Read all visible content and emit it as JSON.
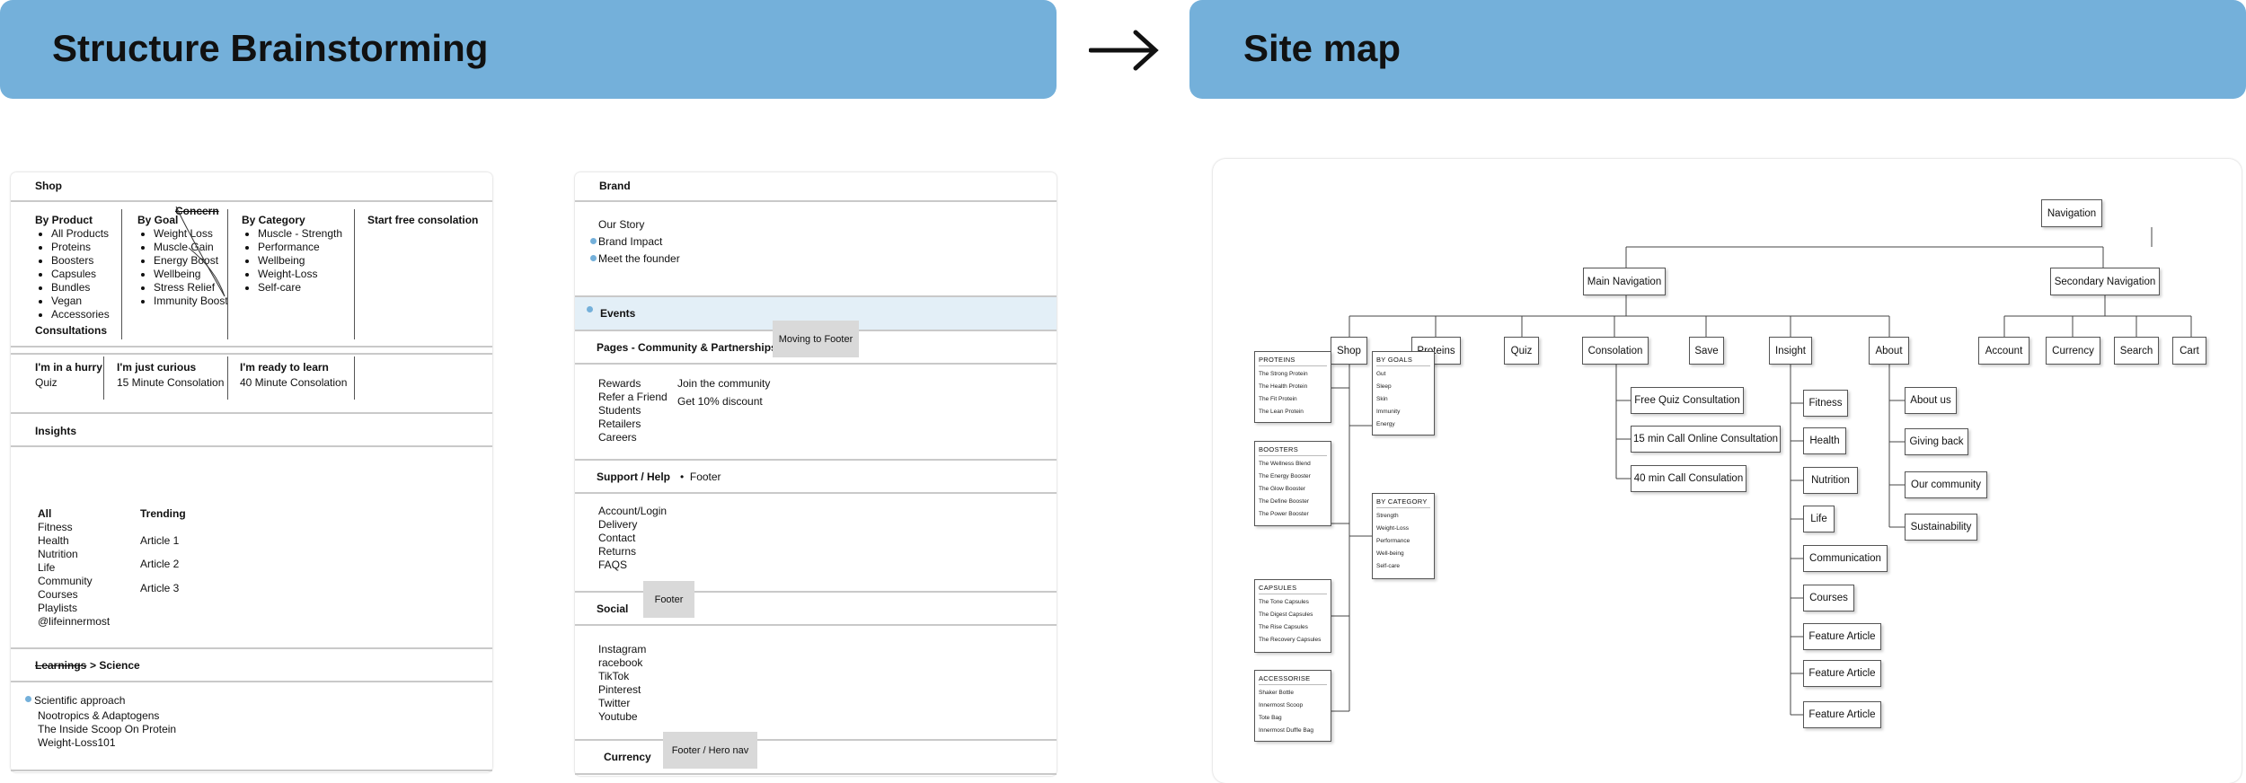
{
  "banners": {
    "left_title": "Structure Brainstorming",
    "right_title": "Site map"
  },
  "left_panel": {
    "shop": {
      "heading": "Shop",
      "by_product": {
        "title": "By Product",
        "items": [
          "All Products",
          "Proteins",
          "Boosters",
          "Capsules",
          "Bundles",
          "Vegan",
          "Accessories"
        ]
      },
      "concern_struck": "Concern",
      "by_goal": {
        "title": "By Goal",
        "items": [
          "Weight Loss",
          "Muscle Gain",
          "Energy Boost",
          "Wellbeing",
          "Stress Relief",
          "Immunity Boost"
        ]
      },
      "by_category": {
        "title": "By Category",
        "items": [
          "Muscle - Strength",
          "Performance",
          "Wellbeing",
          "Weight-Loss",
          "Self-care"
        ]
      },
      "start_free": "Start free consolation"
    },
    "consultations": {
      "heading": "Consultations",
      "cols": [
        {
          "title": "I'm in a hurry",
          "value": "Quiz"
        },
        {
          "title": "I'm just curious",
          "value": "15 Minute Consolation"
        },
        {
          "title": "I'm ready to learn",
          "value": "40 Minute Consolation"
        }
      ]
    },
    "insights": {
      "heading": "Insights",
      "all_title": "All",
      "all_items": [
        "Fitness",
        "Health",
        "Nutrition",
        "Life",
        "Community",
        "Courses",
        "Playlists",
        "@lifeinnermost"
      ],
      "trending_title": "Trending",
      "trending_items": [
        "Article 1",
        "Article 2",
        "Article 3"
      ]
    },
    "learnings": {
      "struck": "Learnings",
      "arrow_label": "> Science",
      "scientific": "Scientific approach",
      "items": [
        "Nootropics & Adaptogens",
        "The Inside Scoop On Protein",
        "Weight-Loss101"
      ]
    }
  },
  "middle_panel": {
    "brand": {
      "heading": "Brand",
      "items": [
        "Our Story",
        "Brand Impact",
        "Meet the founder"
      ]
    },
    "events": "Events",
    "pages": {
      "heading": "Pages - Community & Partnerships:",
      "tag": "Moving to Footer"
    },
    "community_left": [
      "Rewards",
      "Refer a Friend",
      "Students",
      "Retailers",
      "Careers"
    ],
    "community_right": [
      "Join the community",
      "Get 10% discount"
    ],
    "support": {
      "heading": "Support /  Help",
      "bullet": "Footer",
      "items": [
        "Account/Login",
        "Delivery",
        "Contact",
        "Returns",
        "FAQS"
      ]
    },
    "social": {
      "heading": "Social",
      "tag": "Footer",
      "items": [
        "Instagram",
        "racebook",
        "TikTok",
        "Pinterest",
        "Twitter",
        "Youtube"
      ]
    },
    "currency": {
      "heading": "Currency",
      "tag": "Footer / Hero nav"
    }
  },
  "sitemap": {
    "root": "Navigation",
    "main": "Main Navigation",
    "secondary": "Secondary Navigation",
    "main_children": [
      "Shop",
      "Proteins",
      "Quiz",
      "Consolation",
      "Save",
      "Insight",
      "About"
    ],
    "secondary_children": [
      "Account",
      "Currency",
      "Search",
      "Cart"
    ],
    "shop_groups": [
      {
        "title": "PROTEINS",
        "items": [
          "The Strong Protein",
          "The Health Protein",
          "The Fit Protein",
          "The Lean Protein"
        ]
      },
      {
        "title": "BOOSTERS",
        "items": [
          "The Wellness Blend",
          "The Energy Booster",
          "The Glow Booster",
          "The Define Booster",
          "The Power Booster"
        ]
      },
      {
        "title": "CAPSULES",
        "items": [
          "The Tone Capsules",
          "The Digest Capsules",
          "The Rise Capsules",
          "The Recovery Capsules"
        ]
      },
      {
        "title": "ACCESSORISE",
        "items": [
          "Shaker Bottle",
          "Innermost Scoop",
          "Tote Bag",
          "Innermost Duffle Bag"
        ]
      }
    ],
    "by_goals": {
      "title": "BY GOALS",
      "items": [
        "Gut",
        "Sleep",
        "Skin",
        "Immunity",
        "Energy"
      ]
    },
    "by_category": {
      "title": "BY CATEGORY",
      "items": [
        "Strength",
        "Weight-Loss",
        "Performance",
        "Well-being",
        "Self-care"
      ]
    },
    "consolation_children": [
      "Free Quiz Consultation",
      "15 min Call Online Consultation",
      "40 min Call Consulation"
    ],
    "insight_children": [
      "Fitness",
      "Health",
      "Nutrition",
      "Life",
      "Communication",
      "Courses",
      "Feature Article",
      "Feature Article",
      "Feature Article"
    ],
    "about_children": [
      "About us",
      "Giving back",
      "Our community",
      "Sustainability"
    ]
  },
  "colors": {
    "banner": "#74b0da",
    "events_highlight": "#e3eff7",
    "tag_grey": "#d9d9d9"
  }
}
